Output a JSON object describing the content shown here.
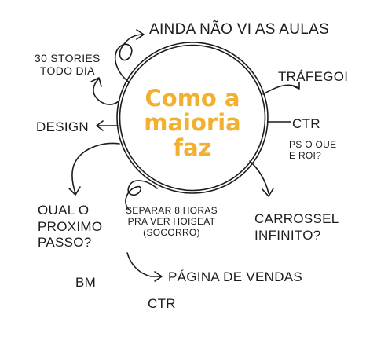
{
  "center": {
    "lines": [
      "Como a",
      "maioria",
      "faz"
    ]
  },
  "colors": {
    "accent": "#f2b02e",
    "ink": "#1c1c1c",
    "background": "#ffffff"
  },
  "labels": {
    "aulas": "AINDA NÃO VI AS AULAS",
    "stories": [
      "30 STORIES",
      "TODO DIA"
    ],
    "trafego": "TRÁFEGOI",
    "design": "DESIGN",
    "ctr_right": "CTR",
    "ps": [
      "PS  O OUE",
      "E ROI?"
    ],
    "qual": [
      "OUAL O",
      "PROXIMO",
      "PASSO?"
    ],
    "separar": [
      "SEPARAR 8 HORAS",
      "PRA VER HOISEAT",
      "(SOCORRO)"
    ],
    "carrossel": [
      "CARROSSEL",
      "INFINITO?"
    ],
    "pagina": "PÁGINA DE VENDAS",
    "bm": "BM",
    "ctr_bottom": "CTR"
  }
}
